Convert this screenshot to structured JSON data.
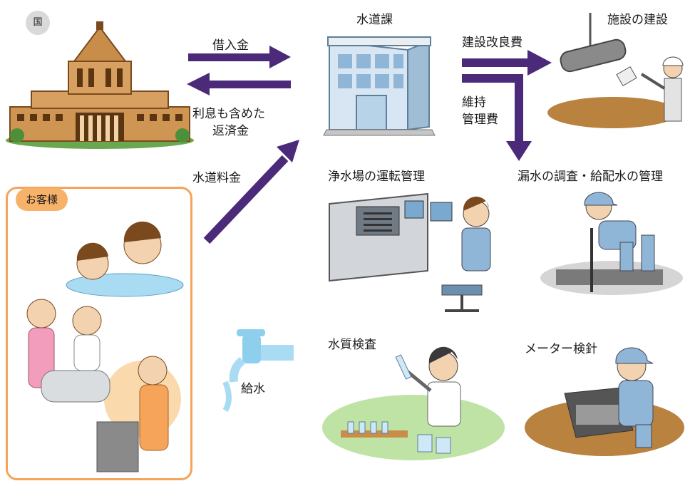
{
  "labels": {
    "kuni": "国",
    "suidouka": "水道課",
    "kariirekin": "借入金",
    "hensai_line1": "利息も含めた",
    "hensai_line2": "返済金",
    "suidou_ryoukin": "水道料金",
    "okyakusama": "お客様",
    "kyusui": "給水",
    "kensetsu_kairyou": "建設改良費",
    "iji_line1": "維持",
    "iji_line2": "管理費",
    "shisetsu_kensetsu": "施設の建設",
    "jousui_unten": "浄水場の運転管理",
    "rousui_chousa": "漏水の調査・給配水の管理",
    "suishitsu_kensa": "水質検査",
    "meter_kenshin": "メーター検針"
  },
  "colors": {
    "arrow": "#4b2a7a",
    "customer_border": "#f5a45a",
    "customer_tag": "#f7b26a",
    "tap_water": "#a9dcf2",
    "building_brown": "#c98d4a",
    "office_blue": "#8fb6d6"
  },
  "icons": [
    "diet-building-icon",
    "city-office-icon",
    "construction-worker-icon",
    "water-plant-operator-icon",
    "leak-inspector-icon",
    "lab-scientist-icon",
    "meter-reader-icon",
    "water-tap-icon",
    "family-bath-icon"
  ]
}
